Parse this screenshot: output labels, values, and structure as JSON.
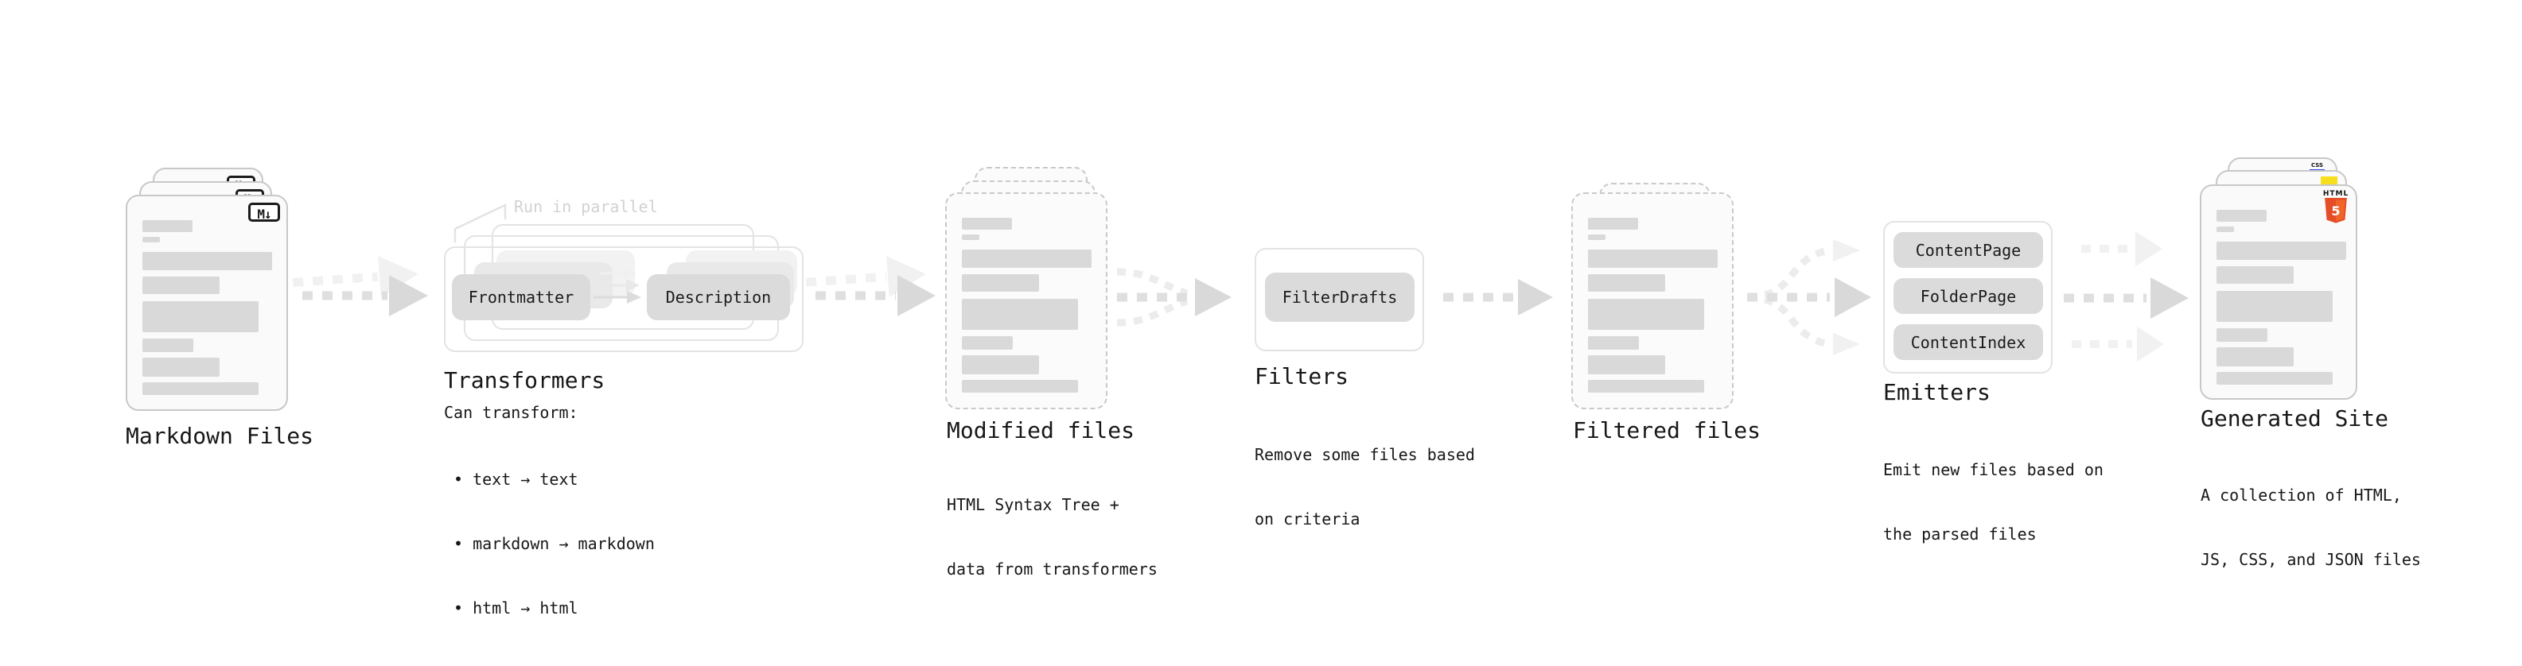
{
  "colors": {
    "text": "#171717",
    "muted_annotation": "#d2d2d2",
    "doc_fill": "#fafafa",
    "doc_border": "#c8c8c8",
    "dashed_border": "#c9c9c9",
    "frame_border": "#e3e3e3",
    "content_bar": "#d9d9d9",
    "chip_fill": "#dbdbdb",
    "chip_ghost": "#e9e9e9",
    "chip_ghost2": "#f2f2f2",
    "arrow": "#dfdfdf",
    "arrow_head": "#d9d9d9",
    "arrow_light": "#f1f1f1",
    "html5_orange": "#e44d26",
    "html5_orange_light": "#f16529",
    "js_yellow": "#f7df1e",
    "css_blue": "#264de4",
    "badge_ink": "#1a1a1a"
  },
  "stages": {
    "markdown": {
      "label": "Markdown Files",
      "badge": "M↓"
    },
    "transformers": {
      "label": "Transformers",
      "annotation": "Run in parallel",
      "chip_left": "Frontmatter",
      "chip_right": "Description",
      "caption_title": "Can transform:",
      "bullets": [
        "• text → text",
        "• markdown → markdown",
        "• html → html"
      ]
    },
    "modified": {
      "label": "Modified files",
      "caption": [
        "HTML Syntax Tree +",
        "data from transformers"
      ]
    },
    "filters": {
      "label": "Filters",
      "chip": "FilterDrafts",
      "caption": [
        "Remove some files based",
        "on criteria"
      ]
    },
    "filtered": {
      "label": "Filtered files"
    },
    "emitters": {
      "label": "Emitters",
      "chips": [
        "ContentPage",
        "FolderPage",
        "ContentIndex"
      ],
      "caption": [
        "Emit new files based on",
        "the parsed files"
      ]
    },
    "generated": {
      "label": "Generated Site",
      "caption": [
        "A collection of HTML,",
        "JS, CSS, and JSON files"
      ],
      "css_badge": "CSS",
      "html_badge_word": "HTML",
      "html_badge_number": "5"
    }
  }
}
